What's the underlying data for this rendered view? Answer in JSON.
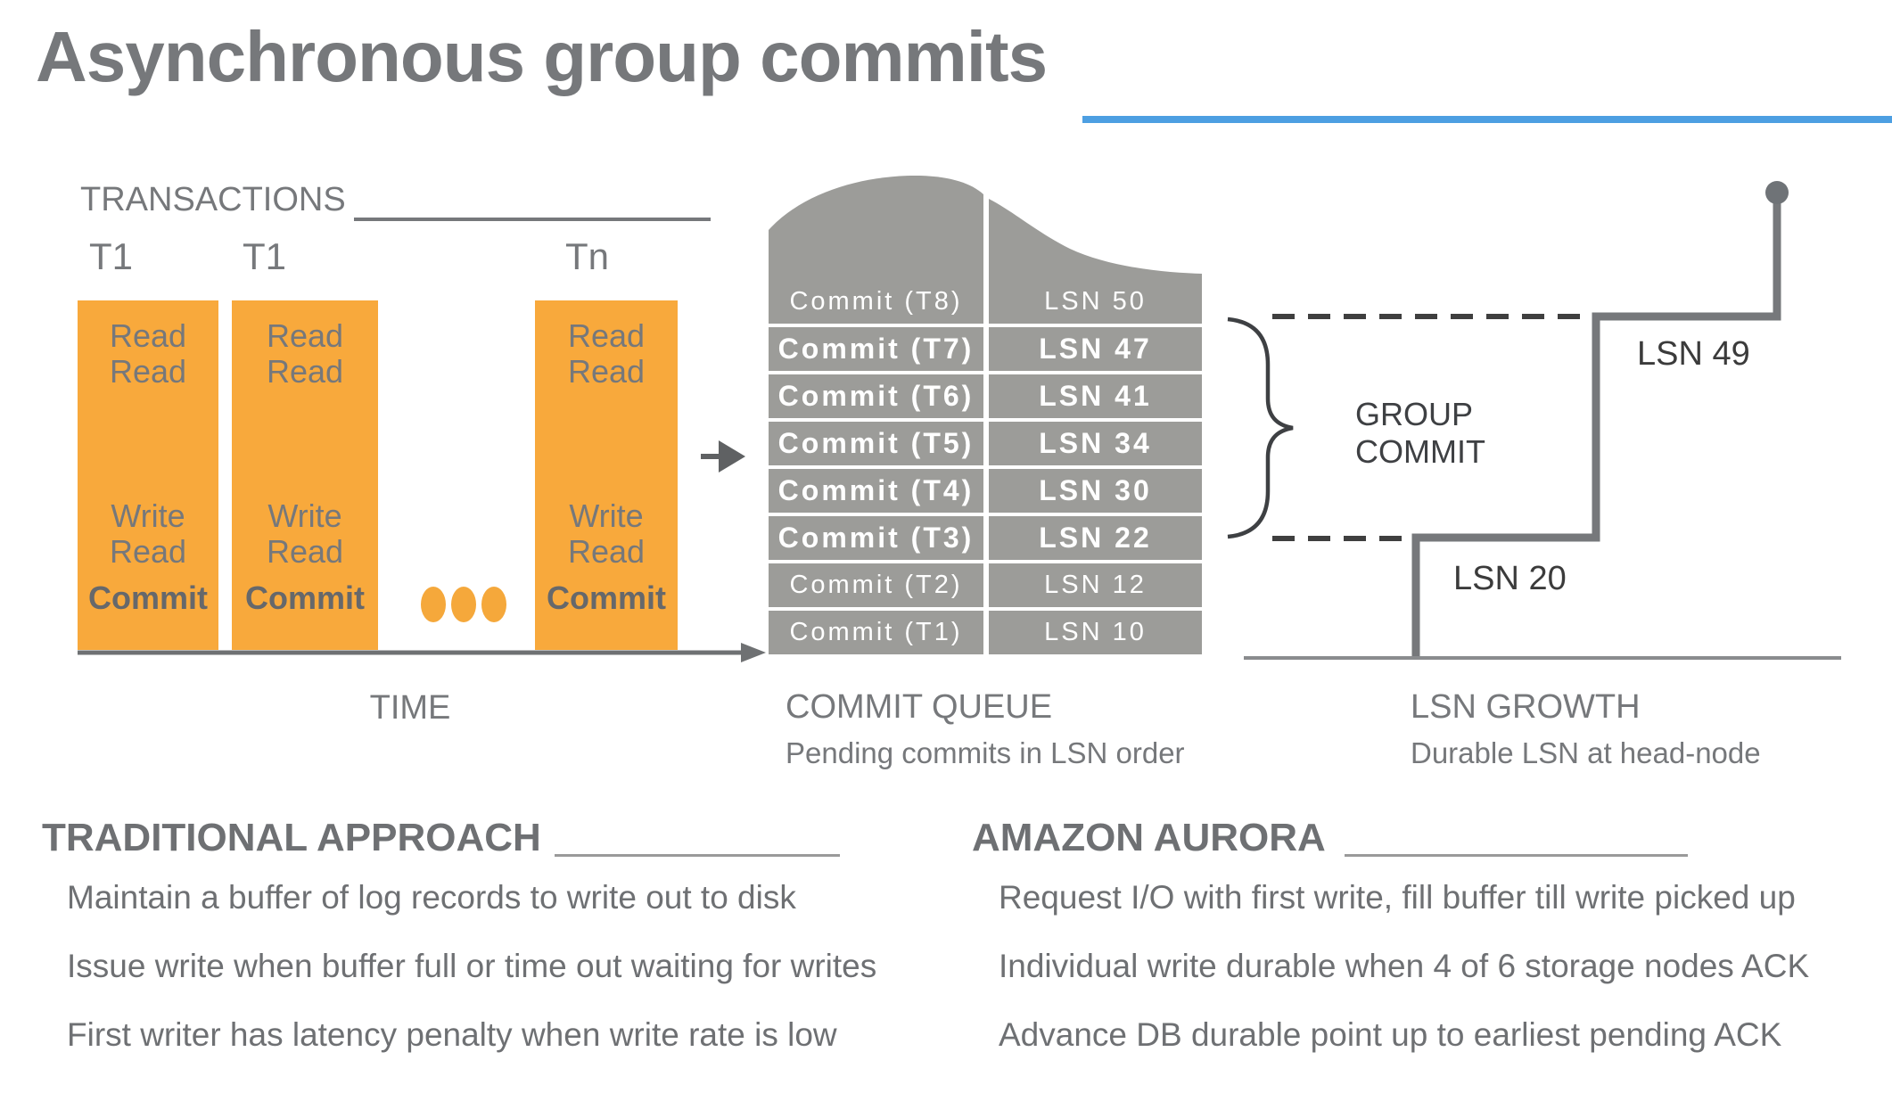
{
  "title": "Asynchronous group commits",
  "colors": {
    "accent_blue": "#4D9FE2",
    "transaction_orange": "#F8A93C",
    "table_gray": "#9C9C99",
    "text_gray": "#76787B",
    "dark_gray": "#3E4043"
  },
  "transactions": {
    "label": "TRANSACTIONS",
    "boxes": [
      {
        "label": "T1",
        "ops": [
          "Read",
          "Read",
          "Write",
          "Read"
        ],
        "commit": "Commit"
      },
      {
        "label": "T1",
        "ops": [
          "Read",
          "Read",
          "Write",
          "Read"
        ],
        "commit": "Commit"
      },
      {
        "label": "Tn",
        "ops": [
          "Read",
          "Read",
          "Write",
          "Read"
        ],
        "commit": "Commit"
      }
    ],
    "axis_label": "TIME"
  },
  "commit_queue": {
    "rows": [
      {
        "commit": "Commit (T8)",
        "lsn": "LSN 50",
        "bold": false
      },
      {
        "commit": "Commit (T7)",
        "lsn": "LSN 47",
        "bold": true
      },
      {
        "commit": "Commit (T6)",
        "lsn": "LSN 41",
        "bold": true
      },
      {
        "commit": "Commit (T5)",
        "lsn": "LSN 34",
        "bold": true
      },
      {
        "commit": "Commit (T4)",
        "lsn": "LSN 30",
        "bold": true
      },
      {
        "commit": "Commit (T3)",
        "lsn": "LSN 22",
        "bold": true
      },
      {
        "commit": "Commit (T2)",
        "lsn": "LSN 12",
        "bold": false
      },
      {
        "commit": "Commit (T1)",
        "lsn": "LSN 10",
        "bold": false
      }
    ],
    "caption": "COMMIT QUEUE",
    "subcaption": "Pending commits in LSN order"
  },
  "lsn_growth": {
    "group_commit_line1": "GROUP",
    "group_commit_line2": "COMMIT",
    "label_upper_step": "LSN 49",
    "label_lower_step": "LSN 20",
    "caption": "LSN GROWTH",
    "subcaption": "Durable LSN at head-node"
  },
  "sections": {
    "traditional": {
      "heading": "TRADITIONAL APPROACH",
      "bullets": [
        "Maintain a buffer of log records to write out to disk",
        "Issue write when buffer full or time out waiting for writes",
        "First writer has latency penalty when write rate is low"
      ]
    },
    "aurora": {
      "heading": "AMAZON AURORA",
      "bullets": [
        "Request I/O with first write, fill buffer till write picked up",
        "Individual write durable when 4 of 6 storage nodes ACK",
        "Advance DB durable point up to earliest pending ACK"
      ]
    }
  }
}
